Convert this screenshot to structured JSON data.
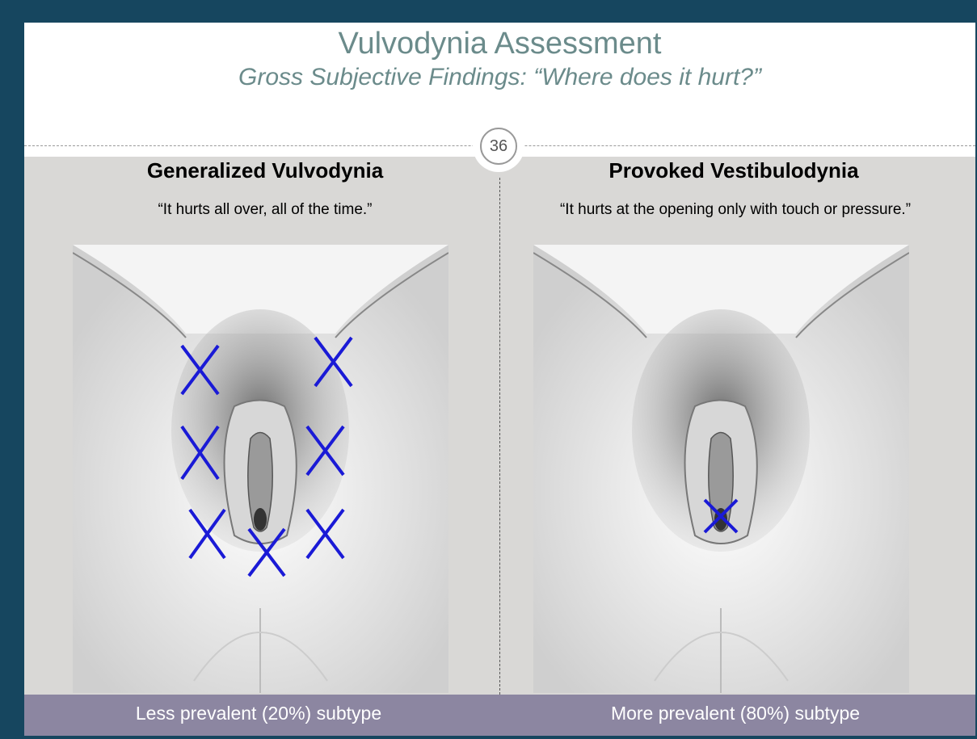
{
  "slide": {
    "title": "Vulvodynia Assessment",
    "subtitle": "Gross Subjective Findings: “Where does it hurt?”",
    "page_number": "36"
  },
  "left": {
    "heading": "Generalized Vulvodynia",
    "quote": "“It hurts all over, all of the time.”",
    "footer": "Less prevalent (20%) subtype",
    "mark_count": 7
  },
  "right": {
    "heading": "Provoked Vestibulodynia",
    "quote": "“It hurts at the opening only with touch or pressure.”",
    "footer": "More  prevalent (80%) subtype",
    "mark_count": 1
  },
  "colors": {
    "frame": "#16465f",
    "title": "#6b8b8b",
    "panel": "#d9d8d6",
    "footer_bar": "#8c86a1",
    "marker": "#1a1ad6"
  }
}
